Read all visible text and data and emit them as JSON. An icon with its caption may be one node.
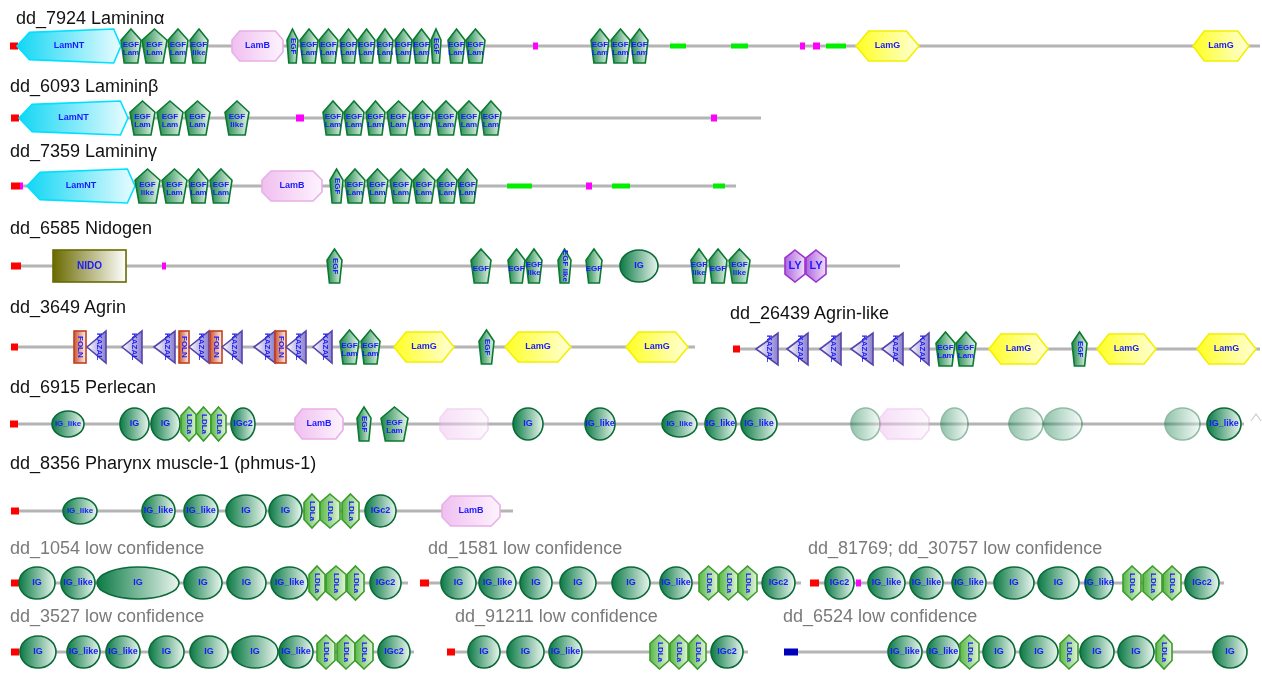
{
  "diagram": {
    "nodes": [
      {
        "text": [
          "LamNT"
        ]
      },
      {
        "text": [
          "EGF Lam"
        ]
      },
      {
        "text": [
          "EGF Lam"
        ]
      },
      {
        "text": [
          "EGF Lam"
        ]
      },
      {
        "text": [
          "EGF like"
        ]
      },
      {
        "text": [
          "LamB"
        ]
      },
      {
        "text": [
          "EGF"
        ]
      },
      {
        "text": [
          "EGF Lam"
        ]
      },
      {
        "text": [
          "EGF Lam"
        ]
      },
      {
        "text": [
          "EGF Lam"
        ]
      },
      {
        "text": [
          "EGF Lam"
        ]
      },
      {
        "text": [
          "EGF Lam"
        ]
      },
      {
        "text": [
          "EGF Lam"
        ]
      },
      {
        "text": [
          "EGF Lam"
        ]
      },
      {
        "text": [
          "EGF"
        ]
      },
      {
        "text": [
          "EGF Lam"
        ]
      },
      {
        "text": [
          "EGF Lam"
        ]
      },
      {
        "text": [
          "EGF Lam"
        ]
      },
      {
        "text": [
          "EGF Lam"
        ]
      },
      {
        "text": [
          "EGF Lam"
        ]
      },
      {
        "text": [
          "LamG"
        ]
      },
      {
        "text": [
          "LamG"
        ]
      },
      {
        "text": [
          "LamNT"
        ]
      },
      {
        "text": [
          "EGF Lam"
        ]
      },
      {
        "text": [
          "EGF Lam"
        ]
      },
      {
        "text": [
          "EGF Lam"
        ]
      },
      {
        "text": [
          "EGF like"
        ]
      },
      {
        "text": [
          "EGF Lam"
        ]
      },
      {
        "text": [
          "EGF Lam"
        ]
      },
      {
        "text": [
          "EGF Lam"
        ]
      },
      {
        "text": [
          "EGF Lam"
        ]
      },
      {
        "text": [
          "EGF Lam"
        ]
      },
      {
        "text": [
          "EGF Lam"
        ]
      },
      {
        "text": [
          "EGF Lam"
        ]
      },
      {
        "text": [
          "EGF Lam"
        ]
      },
      {
        "text": [
          "LamNT"
        ]
      },
      {
        "text": [
          "EGF like"
        ]
      },
      {
        "text": [
          "EGF Lam"
        ]
      },
      {
        "text": [
          "EGF Lam"
        ]
      },
      {
        "text": [
          "EGF Lam"
        ]
      },
      {
        "text": [
          "LamB"
        ]
      },
      {
        "text": [
          "EGF"
        ]
      },
      {
        "text": [
          "EGF Lam"
        ]
      },
      {
        "text": [
          "EGF Lam"
        ]
      },
      {
        "text": [
          "EGF Lam"
        ]
      },
      {
        "text": [
          "EGF Lam"
        ]
      },
      {
        "text": [
          "EGF Lam"
        ]
      },
      {
        "text": [
          "EGF Lam"
        ]
      },
      {
        "text": [
          "NIDO"
        ]
      },
      {
        "text": [
          "EGF"
        ]
      },
      {
        "text": [
          "EGF"
        ]
      },
      {
        "text": [
          "EGF"
        ]
      },
      {
        "text": [
          "EGF like"
        ]
      },
      {
        "text": [
          "EGF like"
        ]
      },
      {
        "text": [
          "EGF"
        ]
      },
      {
        "text": [
          "IG"
        ]
      },
      {
        "text": [
          "EGF like"
        ]
      },
      {
        "text": [
          "EGF"
        ]
      },
      {
        "text": [
          "EGF like"
        ]
      },
      {
        "text": [
          "LY"
        ]
      },
      {
        "text": [
          "LY"
        ]
      },
      {
        "text": [
          "FOLN"
        ]
      },
      {
        "text": [
          "KAZAL"
        ]
      },
      {
        "text": [
          "KAZAL"
        ]
      },
      {
        "text": [
          "KAZAL"
        ]
      },
      {
        "text": [
          "FOLN"
        ]
      },
      {
        "text": [
          "KAZAL"
        ]
      },
      {
        "text": [
          "FOLN"
        ]
      },
      {
        "text": [
          "KAZAL"
        ]
      },
      {
        "text": [
          "KAZAL"
        ]
      },
      {
        "text": [
          "FOLN"
        ]
      },
      {
        "text": [
          "KAZAL"
        ]
      },
      {
        "text": [
          "KAZAL"
        ]
      },
      {
        "text": [
          "EGF Lam"
        ]
      },
      {
        "text": [
          "EGF Lam"
        ]
      },
      {
        "text": [
          "LamG"
        ]
      },
      {
        "text": [
          "EGF"
        ]
      },
      {
        "text": [
          "LamG"
        ]
      },
      {
        "text": [
          "LamG"
        ]
      },
      {
        "text": [
          "KAZAL"
        ]
      },
      {
        "text": [
          "KAZAL"
        ]
      },
      {
        "text": [
          "KAZAL"
        ]
      },
      {
        "text": [
          "KAZAL"
        ]
      },
      {
        "text": [
          "KAZAL"
        ]
      },
      {
        "text": [
          "KAZAL"
        ]
      },
      {
        "text": [
          "EGF Lam"
        ]
      },
      {
        "text": [
          "EGF Lam"
        ]
      },
      {
        "text": [
          "LamG"
        ]
      },
      {
        "text": [
          "EGF"
        ]
      },
      {
        "text": [
          "LamG"
        ]
      },
      {
        "text": [
          "LamG"
        ]
      },
      {
        "text": [
          "IG_like"
        ]
      },
      {
        "text": [
          "IG"
        ]
      },
      {
        "text": [
          "IG"
        ]
      },
      {
        "text": [
          "LDLa"
        ]
      },
      {
        "text": [
          "LDLa"
        ]
      },
      {
        "text": [
          "LDLa"
        ]
      },
      {
        "text": [
          "IGc2"
        ]
      },
      {
        "text": [
          "LamB"
        ]
      },
      {
        "text": [
          "EGF"
        ]
      },
      {
        "text": [
          "EGF Lam"
        ]
      },
      {
        "text": [],
        "shape": "octagon"
      },
      {
        "text": [
          "IG"
        ]
      },
      {
        "text": [
          "IG_like"
        ]
      },
      {
        "text": [
          "IG_like"
        ]
      },
      {
        "text": [
          "IG_like"
        ]
      },
      {
        "text": [
          "IG_like"
        ]
      },
      {
        "text": [],
        "shape": "circle"
      },
      {
        "text": [],
        "shape": "octagon"
      },
      {
        "text": [],
        "shape": "circle"
      },
      {
        "text": [],
        "shape": "circle"
      },
      {
        "text": [],
        "shape": "circle"
      },
      {
        "text": [],
        "shape": "circle"
      },
      {
        "text": [
          "IG_like"
        ]
      },
      {
        "text": [
          "IG_like"
        ]
      },
      {
        "text": [
          "IG_like"
        ]
      },
      {
        "text": [
          "IG_like"
        ]
      },
      {
        "text": [
          "IG"
        ]
      },
      {
        "text": [
          "IG"
        ]
      },
      {
        "text": [
          "LDLa"
        ]
      },
      {
        "text": [
          "LDLa"
        ]
      },
      {
        "text": [
          "LDLa"
        ]
      },
      {
        "text": [
          "IGc2"
        ]
      },
      {
        "text": [
          "LamB"
        ]
      },
      {
        "text": [
          "IG"
        ]
      },
      {
        "text": [
          "IG_like"
        ]
      },
      {
        "text": [
          "IG"
        ]
      },
      {
        "text": [
          "IG"
        ]
      },
      {
        "text": [
          "IG"
        ]
      },
      {
        "text": [
          "IG_like"
        ]
      },
      {
        "text": [
          "LDLa"
        ]
      },
      {
        "text": [
          "LDLa"
        ]
      },
      {
        "text": [
          "LDLa"
        ]
      },
      {
        "text": [
          "IGc2"
        ]
      },
      {
        "text": [
          "IG"
        ]
      },
      {
        "text": [
          "IG_like"
        ]
      },
      {
        "text": [
          "IG"
        ]
      },
      {
        "text": [
          "IG"
        ]
      },
      {
        "text": [
          "IG"
        ]
      },
      {
        "text": [
          "IG_like"
        ]
      },
      {
        "text": [
          "LDLa"
        ]
      },
      {
        "text": [
          "LDLa"
        ]
      },
      {
        "text": [
          "LDLa"
        ]
      },
      {
        "text": [
          "IGc2"
        ]
      },
      {
        "text": [
          "IGc2"
        ]
      },
      {
        "text": [
          "IG_like"
        ]
      },
      {
        "text": [
          "IG_like"
        ]
      },
      {
        "text": [
          "IG_like"
        ]
      },
      {
        "text": [
          "IG"
        ]
      },
      {
        "text": [
          "IG"
        ]
      },
      {
        "text": [
          "IG_like"
        ]
      },
      {
        "text": [
          "LDLa"
        ]
      },
      {
        "text": [
          "LDLa"
        ]
      },
      {
        "text": [
          "LDLa"
        ]
      },
      {
        "text": [
          "IGc2"
        ]
      },
      {
        "text": [
          "IG"
        ]
      },
      {
        "text": [
          "IG_like"
        ]
      },
      {
        "text": [
          "IG_like"
        ]
      },
      {
        "text": [
          "IG"
        ]
      },
      {
        "text": [
          "IG"
        ]
      },
      {
        "text": [
          "IG"
        ]
      },
      {
        "text": [
          "IG_like"
        ]
      },
      {
        "text": [
          "LDLa"
        ]
      },
      {
        "text": [
          "LDLa"
        ]
      },
      {
        "text": [
          "LDLa"
        ]
      },
      {
        "text": [
          "IGc2"
        ]
      },
      {
        "text": [
          "IG"
        ]
      },
      {
        "text": [
          "IG"
        ]
      },
      {
        "text": [
          "IG_like"
        ]
      },
      {
        "text": [
          "LDLa"
        ]
      },
      {
        "text": [
          "LDLa"
        ]
      },
      {
        "text": [
          "LDLa"
        ]
      },
      {
        "text": [
          "IGc2"
        ]
      },
      {
        "text": [
          "IG_like"
        ]
      },
      {
        "text": [
          "IG_like"
        ]
      },
      {
        "text": [
          "LDLa"
        ]
      },
      {
        "text": [
          "IG"
        ]
      },
      {
        "text": [
          "IG"
        ]
      },
      {
        "text": [
          "LDLa"
        ]
      },
      {
        "text": [
          "IG"
        ]
      },
      {
        "text": [
          "IG"
        ]
      },
      {
        "text": [
          "LDLa"
        ]
      },
      {
        "text": [
          "IG"
        ]
      }
    ],
    "labels": [
      "dd_7924 Lamininα",
      "dd_6093 Lamininβ",
      "dd_7359 Lamininγ",
      "dd_6585 Nidogen",
      "dd_3649 Agrin",
      "dd_26439 Agrin-like",
      "dd_6915 Perlecan",
      "dd_8356 Pharynx muscle-1 (phmus-1)",
      "dd_1054 low confidence",
      "dd_1581 low confidence",
      "dd_81769; dd_30757 low confidence",
      "dd_3527 low confidence",
      "dd_91211 low confidence",
      "dd_6524 low confidence"
    ]
  }
}
